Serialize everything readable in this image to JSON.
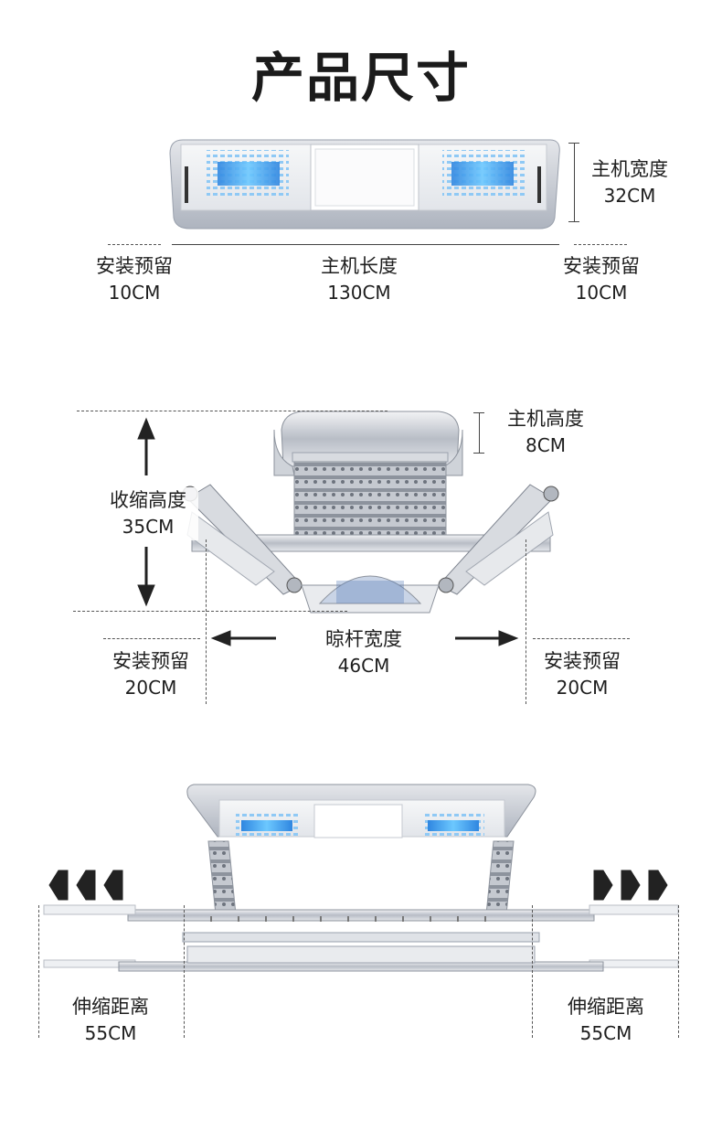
{
  "page": {
    "title": "产品尺寸"
  },
  "section_top": {
    "width": {
      "label": "主机宽度",
      "value": "32CM"
    },
    "left_reserve": {
      "label": "安装预留",
      "value": "10CM"
    },
    "length": {
      "label": "主机长度",
      "value": "130CM"
    },
    "right_reserve": {
      "label": "安装预留",
      "value": "10CM"
    }
  },
  "section_middle": {
    "host_height": {
      "label": "主机高度",
      "value": "8CM"
    },
    "retract_height": {
      "label": "收缩高度",
      "value": "35CM"
    },
    "rod_width": {
      "label": "晾杆宽度",
      "value": "46CM"
    },
    "left_reserve": {
      "label": "安装预留",
      "value": "20CM"
    },
    "right_reserve": {
      "label": "安装预留",
      "value": "20CM"
    }
  },
  "section_bottom": {
    "left_extend": {
      "label": "伸缩距离",
      "value": "55CM"
    },
    "right_extend": {
      "label": "伸缩距离",
      "value": "55CM"
    }
  },
  "colors": {
    "led_blue": "#3aa2ee",
    "frame": "#c9ccd2",
    "panel": "#f2f3f5",
    "text": "#1e1e1e"
  }
}
